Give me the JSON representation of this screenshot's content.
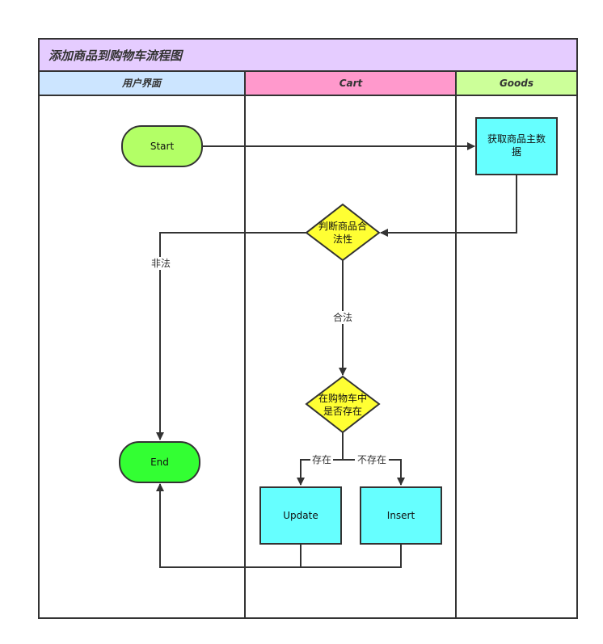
{
  "title": "添加商品到购物车流程图",
  "lanes": [
    {
      "label": "用户界面",
      "color": "#cce5ff"
    },
    {
      "label": "Cart",
      "color": "#ff99cc"
    },
    {
      "label": "Goods",
      "color": "#ccff99"
    }
  ],
  "colors": {
    "title_bar": "#e5ccff",
    "start": "#b3ff66",
    "end": "#33ff33",
    "process": "#66ffff",
    "decision": "#ffff33",
    "line": "#333333"
  },
  "nodes": {
    "start": "Start",
    "fetch": [
      "获取商品主数",
      "据"
    ],
    "validate": [
      "判断商品合",
      "法性"
    ],
    "in_cart": [
      "在购物车中",
      "是否存在"
    ],
    "end": "End",
    "update": "Update",
    "insert": "Insert"
  },
  "edges": {
    "invalid": "非法",
    "valid": "合法",
    "exists": "存在",
    "not_exists": "不存在"
  }
}
